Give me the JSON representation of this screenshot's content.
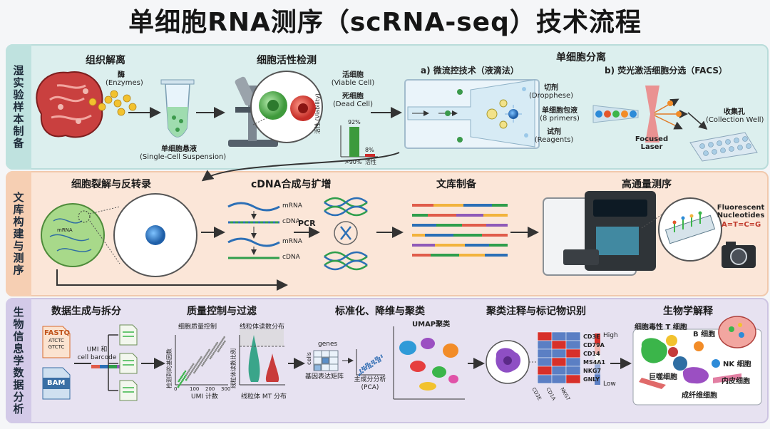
{
  "title": "单细胞RNA测序（scRNA-seq）技术流程",
  "sections": {
    "wet_lab": "湿实验样本制备",
    "library": "文库构建与测序",
    "bioinformatics": "生物信息学数据分析"
  },
  "row1": {
    "tissue": {
      "title": "组织解离",
      "enzyme": "酶",
      "enzyme_en": "(Enzymes)",
      "suspension": "单细胞悬液",
      "suspension_en": "(Single-Cell Suspension)"
    },
    "viability": {
      "title": "细胞活性检测",
      "viable": "活细胞",
      "viable_en": "(Viable Cell)",
      "dead": "死细胞",
      "dead_en": "(Dead Cell)",
      "axis": "活性 (Viability)",
      "bar1_label": "92%",
      "bar2_label": "8%",
      "x1": ">90%",
      "x2": "活性"
    },
    "isolation": {
      "title": "单细胞分离",
      "a": "a) 微流控技术（液滴法）",
      "dropphese": "切剂",
      "dropphese_en": "(Dropphese)",
      "bead": "单细胞包液",
      "bead_en": "(8 primers)",
      "reagent": "试剂",
      "reagent_en": "(Reagents)",
      "b": "b) 荧光激活细胞分选（FACS）",
      "laser": "Focused",
      "laser2": "Laser",
      "well": "收集孔",
      "well_en": "(Collection Well)"
    }
  },
  "row2": {
    "lysis": "细胞裂解与反转录",
    "mrna_small": "mRNA",
    "cdna": {
      "title": "cDNA合成与扩增",
      "mrna": "mRNA",
      "cdna": "cDNA",
      "pcr": "PCR"
    },
    "library": "文库制备",
    "sequencing": {
      "title": "高通量测序",
      "fluor": "Fluorescent",
      "fluor2": "Nucleotides",
      "bases": "A=T=C=G"
    }
  },
  "row3": {
    "data": {
      "title": "数据生成与拆分",
      "fastq": "FASTQ",
      "fastq_seq": "ATCTC GTCTC",
      "bam": "BAM",
      "umi": "UMI 和",
      "barcode": "cell barcode"
    },
    "qc": {
      "title": "质量控制与过滤",
      "plot1": "细胞质量控制",
      "plot2": "线粒体读数分布",
      "xlab1": "UMI 计数",
      "ylab1": "检测到的基因数",
      "ylab2": "线粒体读数比例",
      "xlab2": "线粒体 MT 分布",
      "ticks": [
        "0",
        "100",
        "200",
        "300"
      ]
    },
    "norm": {
      "title": "标准化、降维与聚类",
      "genes": "genes",
      "cells": "cells",
      "matrix": "基因表达矩阵",
      "pca": "主成分分析",
      "pca_en": "(PCA)",
      "umap": "UMAP聚类"
    },
    "annot": {
      "title": "聚类注释与标记物识别",
      "genes": [
        "CD3E",
        "CD79A",
        "CD14",
        "MS4A1",
        "NKG7",
        "GNLY"
      ],
      "cols": [
        "CD3E",
        "CD1A",
        "NKG7"
      ],
      "high": "High",
      "low": "Low"
    },
    "bio": {
      "title": "生物学解释",
      "t": "细胞毒性 T 细胞",
      "b": "B 细胞",
      "nk": "NK 细胞",
      "mac": "巨噬细胞",
      "endo": "内皮细胞",
      "fib": "成纤维细胞"
    }
  }
}
